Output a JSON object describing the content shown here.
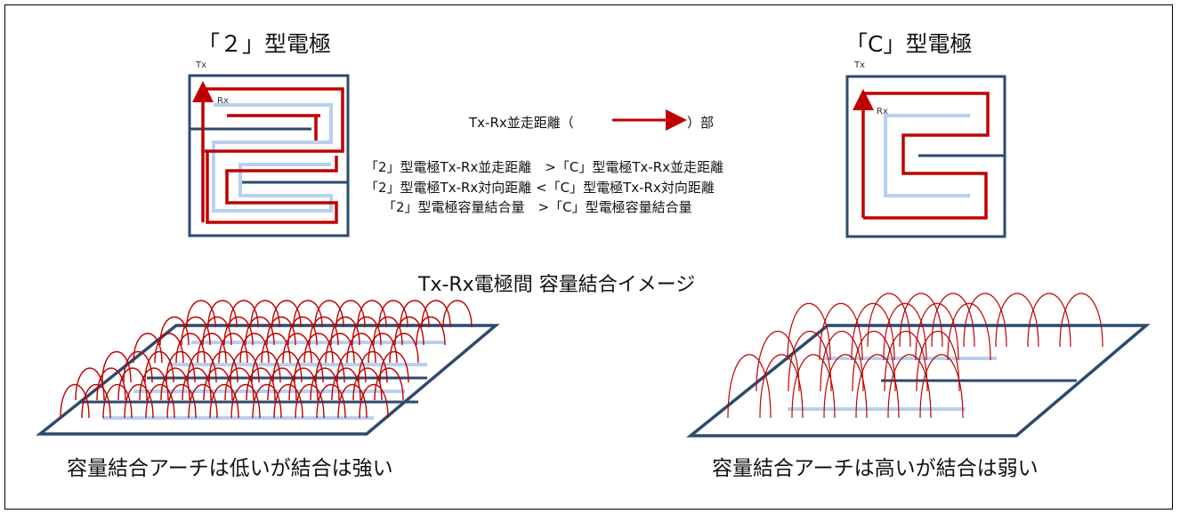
{
  "electrode_2": {
    "title": "「２」型電極",
    "tx_label": "Tx",
    "rx_label": "Rx",
    "caption": "容量結合アーチは低いが結合は強い"
  },
  "electrode_c": {
    "title": "「C」型電極",
    "tx_label": "Tx",
    "rx_label": "Rx",
    "caption": "容量結合アーチは高いが結合は弱い"
  },
  "legend": {
    "label_before": "Tx-Rx並走距離（",
    "label_after": "）部"
  },
  "comparisons": [
    "「2」型電極Tx-Rx並走距離　>「C」型電極Tx-Rx並走距離",
    "「2」型電極Tx-Rx対向距離 <「C」型電極Tx-Rx対向距離",
    "「2」型電極容量結合量　>「C」型電極容量結合量"
  ],
  "section_title": "Tx-Rx電極間 容量結合イメージ",
  "colors": {
    "frame": "#2e4a6e",
    "rx": "#c00000",
    "tx_inner": "#b8d0ee",
    "tx_bar": "#2e4a6e"
  }
}
